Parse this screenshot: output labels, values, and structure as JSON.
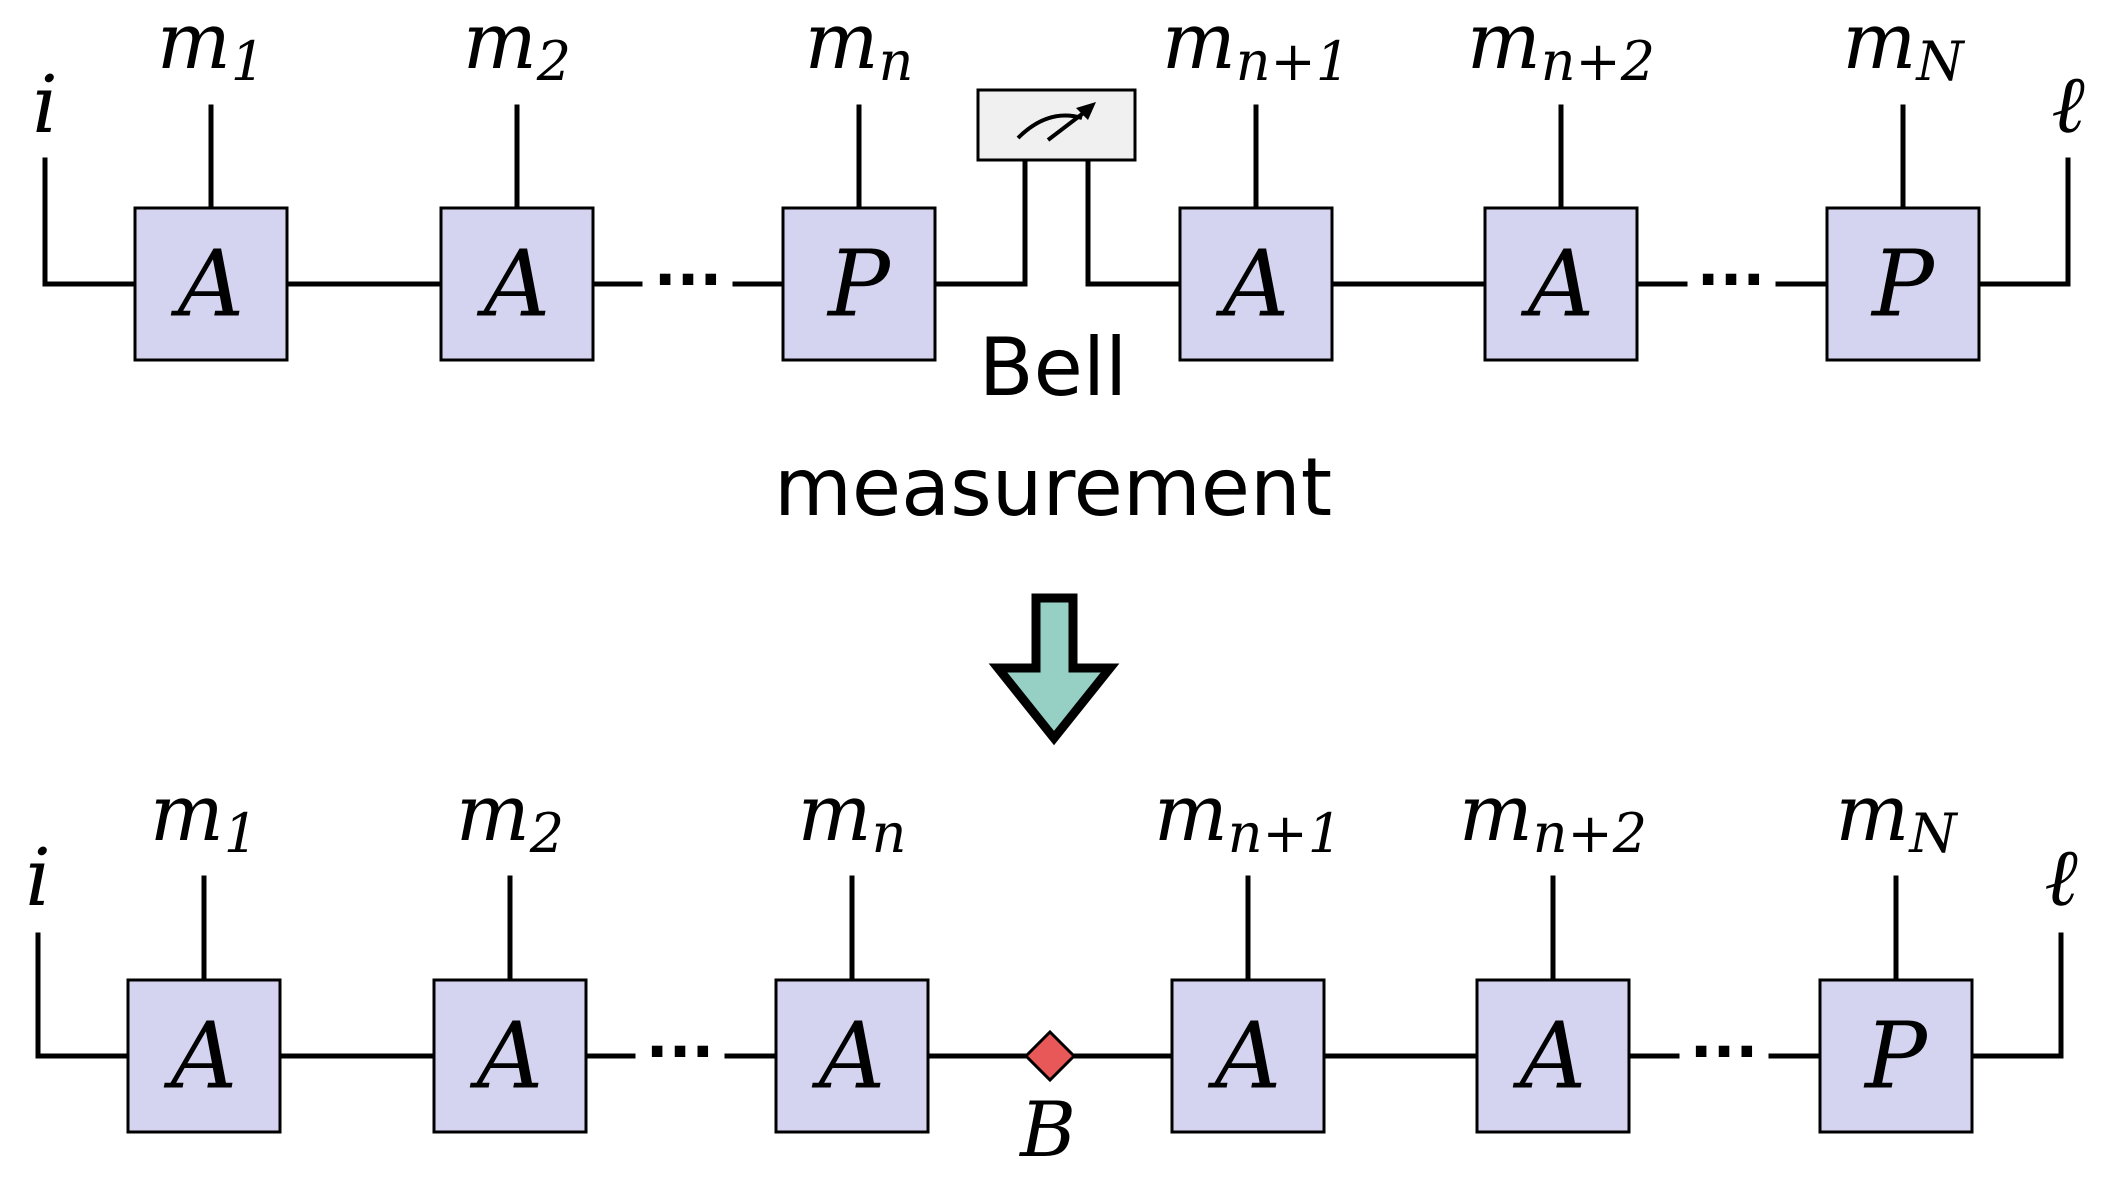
{
  "top_chain": {
    "left_index": "i",
    "right_index": "ℓ",
    "tensors": [
      {
        "label": "A",
        "physical": "m",
        "sub": "1"
      },
      {
        "label": "A",
        "physical": "m",
        "sub": "2"
      },
      {
        "label": "P",
        "physical": "m",
        "sub": "n"
      },
      {
        "label": "A",
        "physical": "m",
        "sub": "n+1"
      },
      {
        "label": "A",
        "physical": "m",
        "sub": "n+2"
      },
      {
        "label": "P",
        "physical": "m",
        "sub": "N"
      }
    ],
    "ellipsis": "···",
    "measurement_caption_line1": "Bell",
    "measurement_caption_line2": "measurement"
  },
  "bottom_chain": {
    "left_index": "i",
    "right_index": "ℓ",
    "tensors": [
      {
        "label": "A",
        "physical": "m",
        "sub": "1"
      },
      {
        "label": "A",
        "physical": "m",
        "sub": "2"
      },
      {
        "label": "A",
        "physical": "m",
        "sub": "n"
      },
      {
        "label": "A",
        "physical": "m",
        "sub": "n+1"
      },
      {
        "label": "A",
        "physical": "m",
        "sub": "n+2"
      },
      {
        "label": "P",
        "physical": "m",
        "sub": "N"
      }
    ],
    "ellipsis": "···",
    "bell_node_label": "B"
  },
  "colors": {
    "tensor_fill": "#d4d4f0",
    "arrow_fill": "#96d0c4",
    "bell_node_fill": "#e85858",
    "meter_box_fill": "#f0f0f0"
  }
}
